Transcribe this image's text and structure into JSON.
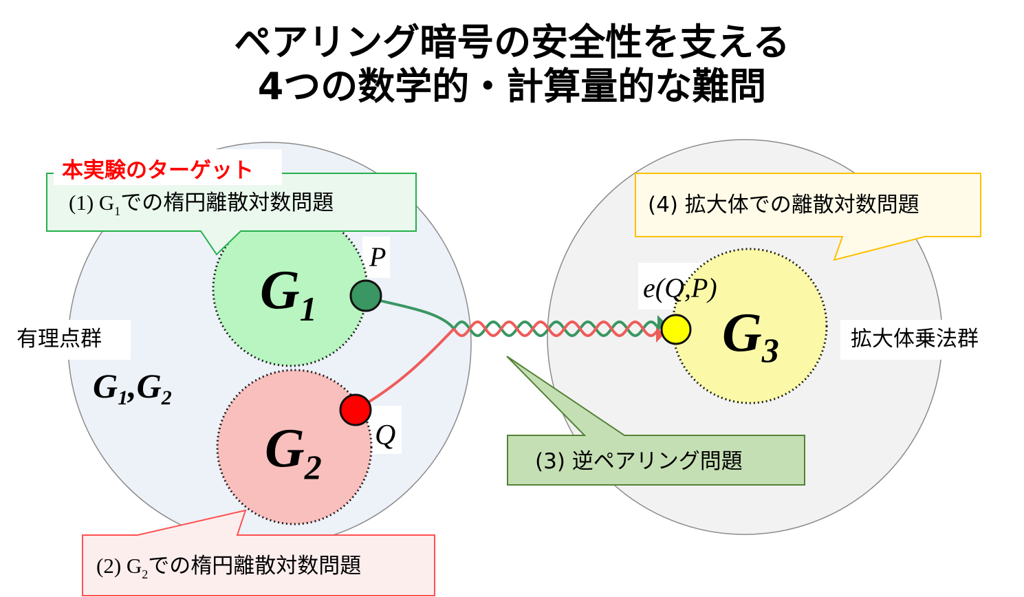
{
  "title": {
    "line1": "ペアリング暗号の安全性を支える",
    "line2": "4つの数学的・計算量的な難問"
  },
  "target_label": "本実験のターゲット",
  "callouts": {
    "p1": {
      "prefix": "(1) G",
      "sub": "1",
      "suffix": "での楕円離散対数問題"
    },
    "p2": {
      "prefix": "(2) G",
      "sub": "2",
      "suffix": "での楕円離散対数問題"
    },
    "p3": {
      "text": "(3) 逆ペアリング問題"
    },
    "p4": {
      "text": "(4) 拡大体での離散対数問題"
    }
  },
  "groups": {
    "left_label": "有理点群",
    "left_set": {
      "g1": "G",
      "g1_sub": "1",
      "comma": ",",
      "g2": "G",
      "g2_sub": "2"
    },
    "right_label": "拡大体乗法群",
    "g1": {
      "main": "G",
      "sub": "1"
    },
    "g2": {
      "main": "G",
      "sub": "2"
    },
    "g3": {
      "main": "G",
      "sub": "3"
    }
  },
  "points": {
    "p": "P",
    "q": "Q",
    "pairing": "e(Q,P)"
  },
  "colors": {
    "g1_fill": "#b8f5c0",
    "g2_fill": "#f8bfbd",
    "g3_fill": "#fbf9a8",
    "big_circle_fill": "#edf1f8",
    "green_line": "#3a9662",
    "red_line": "#ee5c5a",
    "target_text": "#ff0000"
  }
}
